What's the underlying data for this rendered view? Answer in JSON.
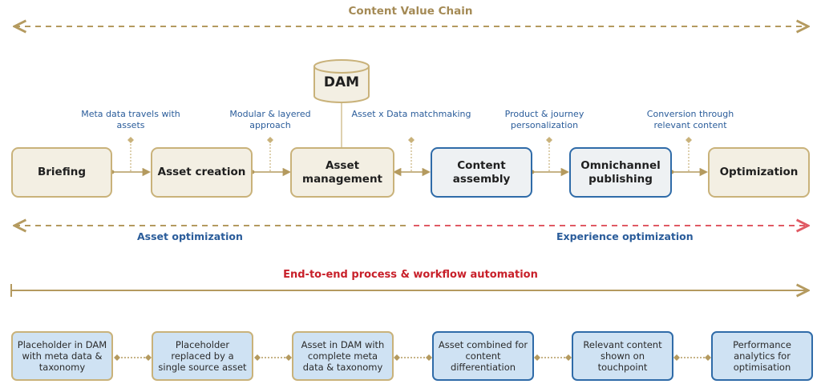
{
  "title": "Content Value Chain",
  "dam": "DAM",
  "stages": [
    {
      "label": "Briefing",
      "style": "gold"
    },
    {
      "label": "Asset creation",
      "style": "gold"
    },
    {
      "label": "Asset management",
      "style": "gold"
    },
    {
      "label": "Content assembly",
      "style": "blue"
    },
    {
      "label": "Omnichannel publishing",
      "style": "blue"
    },
    {
      "label": "Optimization",
      "style": "gold"
    }
  ],
  "notes": [
    "Meta data travels with assets",
    "Modular & layered approach",
    "Asset x Data matchmaking",
    "Product & journey personalization",
    "Conversion through relevant content"
  ],
  "bands": {
    "asset": "Asset optimization",
    "experience": "Experience optimization"
  },
  "end_to_end": "End-to-end process & workflow automation",
  "metadata_steps": [
    {
      "label": "Placeholder in DAM with meta data & taxonomy",
      "style": "gold"
    },
    {
      "label": "Placeholder replaced by a single source asset",
      "style": "gold"
    },
    {
      "label": "Asset in DAM with complete meta data & taxonomy",
      "style": "gold"
    },
    {
      "label": "Asset combined for content differentiation",
      "style": "blue"
    },
    {
      "label": "Relevant content shown on touchpoint",
      "style": "blue"
    },
    {
      "label": "Performance analytics for optimisation",
      "style": "blue"
    }
  ],
  "colors": {
    "gold": "#c9b27a",
    "blue": "#2f6ba8",
    "red": "#e05a64",
    "gold_fill": "#f3efe3",
    "meta_fill": "#cfe2f3"
  }
}
